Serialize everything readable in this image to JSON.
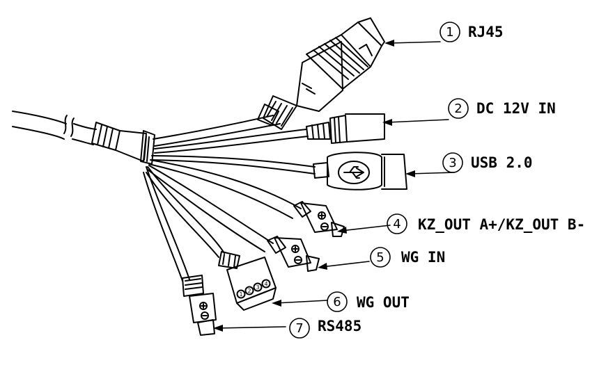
{
  "diagram": {
    "line_color": "#000000",
    "background": "#ffffff",
    "callouts": [
      {
        "number": "1",
        "label": "RJ45"
      },
      {
        "number": "2",
        "label": "DC 12V IN"
      },
      {
        "number": "3",
        "label": "USB 2.0"
      },
      {
        "number": "4",
        "label": "KZ_OUT A+/KZ_OUT B-"
      },
      {
        "number": "5",
        "label": "WG IN"
      },
      {
        "number": "6",
        "label": "WG OUT"
      },
      {
        "number": "7",
        "label": "RS485"
      }
    ],
    "terminal_block_pins": [
      "1",
      "2",
      "3",
      "4"
    ]
  }
}
